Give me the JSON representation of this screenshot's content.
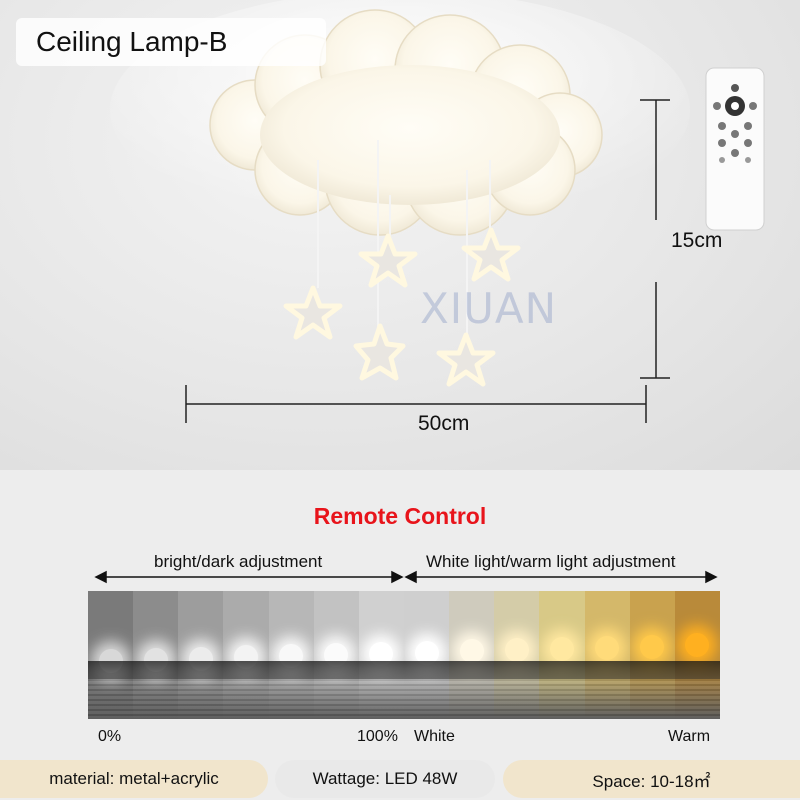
{
  "title": "Ceiling Lamp-B",
  "watermark": "XIUAN",
  "dimensions": {
    "height": "15cm",
    "width": "50cm"
  },
  "remote_section": {
    "title": "Remote Control",
    "left_adjust_label": "bright/dark adjustment",
    "right_adjust_label": "White light/warm light adjustment"
  },
  "scale_labels": {
    "min": "0%",
    "max": "100%",
    "white": "White",
    "warm": "Warm"
  },
  "specs": {
    "material": "material: metal+acrylic",
    "wattage": "Wattage: LED 48W",
    "space": "Space: 10-18㎡"
  },
  "colors": {
    "title_red": "#e8141b",
    "spec_bg": "#f1e5cc"
  },
  "light_panels": [
    {
      "bg": "#7a7a7a",
      "glow": "#d8d8d8"
    },
    {
      "bg": "#8c8c8c",
      "glow": "#e2e2e2"
    },
    {
      "bg": "#9d9d9d",
      "glow": "#ececec"
    },
    {
      "bg": "#ababab",
      "glow": "#f3f3f3"
    },
    {
      "bg": "#b7b7b7",
      "glow": "#f8f8f8"
    },
    {
      "bg": "#c2c2c2",
      "glow": "#fbfbfb"
    },
    {
      "bg": "#d0d0d0",
      "glow": "#ffffff"
    },
    {
      "bg": "#cfcfcf",
      "glow": "#ffffff"
    },
    {
      "bg": "#cfcbbd",
      "glow": "#fff8e6"
    },
    {
      "bg": "#d4cca8",
      "glow": "#fff0c6"
    },
    {
      "bg": "#d8c987",
      "glow": "#ffe8a0"
    },
    {
      "bg": "#d4b86a",
      "glow": "#ffdb7a"
    },
    {
      "bg": "#c9a24e",
      "glow": "#ffc94a"
    },
    {
      "bg": "#b98a3a",
      "glow": "#ffb020"
    }
  ]
}
